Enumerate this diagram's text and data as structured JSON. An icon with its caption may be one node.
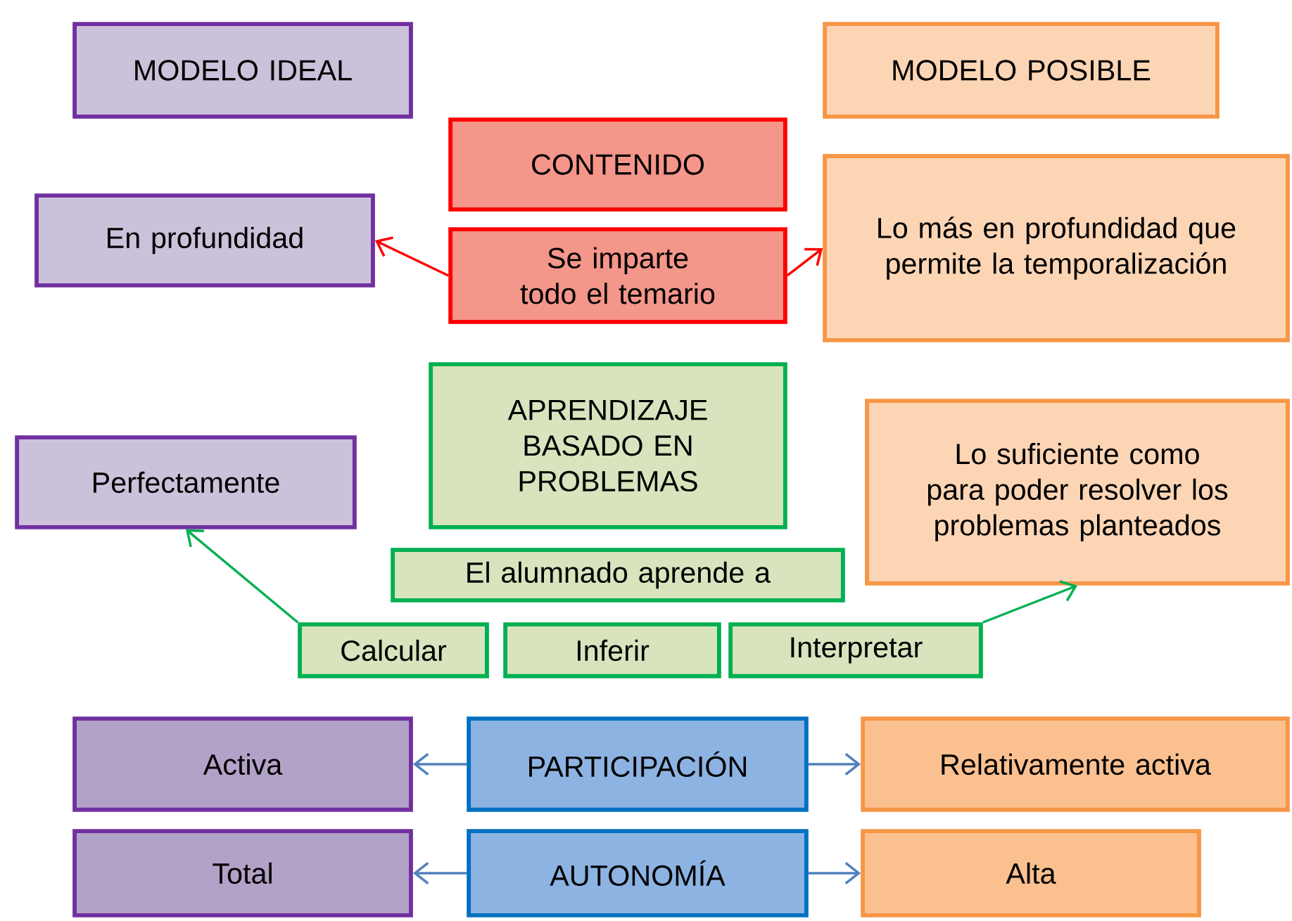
{
  "diagram": {
    "nodes": [
      {
        "text": [
          "MODELO IDEAL"
        ]
      },
      {
        "text": [
          "MODELO POSIBLE"
        ]
      },
      {
        "text": [
          "CONTENIDO"
        ]
      },
      {
        "text": [
          "Se imparte todo el temario"
        ]
      },
      {
        "text": [
          "En profundidad"
        ]
      },
      {
        "text": [
          "Lo más en profundidad que permite la temporalización"
        ]
      },
      {
        "text": [
          "APRENDIZAJE BASADO EN PROBLEMAS"
        ]
      },
      {
        "text": [
          "Perfectamente"
        ]
      },
      {
        "text": [
          "Lo suficiente como para poder resolver los problemas planteados"
        ]
      },
      {
        "text": [
          "El alumnado aprende a"
        ]
      },
      {
        "text": [
          "Calcular"
        ]
      },
      {
        "text": [
          "Inferir"
        ]
      },
      {
        "text": [
          "Interpretar"
        ]
      },
      {
        "text": [
          "Activa"
        ]
      },
      {
        "text": [
          "PARTICIPACIÓN"
        ]
      },
      {
        "text": [
          "Relativamente activa"
        ]
      },
      {
        "text": [
          "Total"
        ]
      },
      {
        "text": [
          "AUTONOMÍA"
        ]
      },
      {
        "text": [
          "Alta"
        ]
      }
    ],
    "edges": [
      {
        "from": 3,
        "to": 4,
        "arrow": "to",
        "color": "#ff0000"
      },
      {
        "from": 3,
        "to": 5,
        "arrow": "to",
        "color": "#ff0000"
      },
      {
        "from": 10,
        "to": 7,
        "arrow": "to",
        "color": "#00b050"
      },
      {
        "from": 12,
        "to": 8,
        "arrow": "to",
        "color": "#00b050"
      },
      {
        "from": 14,
        "to": 13,
        "arrow": "to"
      },
      {
        "from": 14,
        "to": 15,
        "arrow": "to"
      },
      {
        "from": 17,
        "to": 16,
        "arrow": "to"
      },
      {
        "from": 17,
        "to": 18,
        "arrow": "to"
      }
    ]
  }
}
